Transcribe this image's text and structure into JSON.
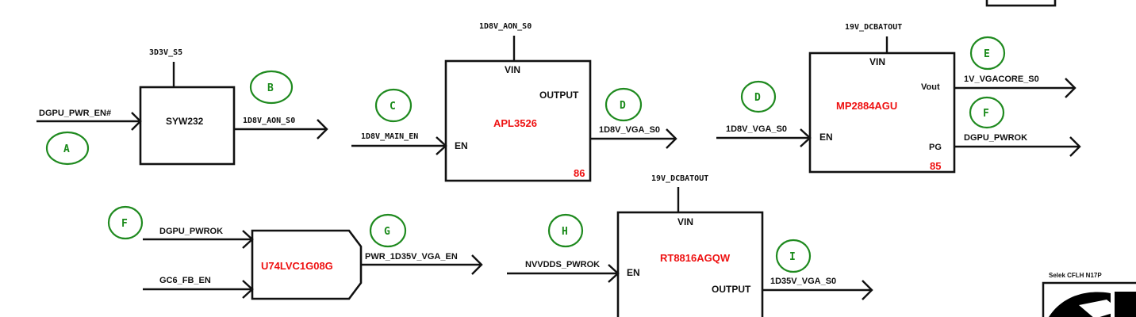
{
  "blocks": {
    "syw232": {
      "chip": "SYW232",
      "supply": "3D3V_S5"
    },
    "apl3526": {
      "chip": "APL3526",
      "supply": "1D8V_AON_S0",
      "vin": "VIN",
      "output": "OUTPUT",
      "en": "EN",
      "page": "86"
    },
    "mp2884": {
      "chip": "MP2884AGU",
      "supply": "19V_DCBATOUT",
      "vin": "VIN",
      "vout": "Vout",
      "en": "EN",
      "pg": "PG",
      "page": "85"
    },
    "and_gate": {
      "chip": "U74LVC1G08G"
    },
    "rt8816": {
      "chip": "RT8816AGQW",
      "supply": "19V_DCBATOUT",
      "vin": "VIN",
      "en": "EN",
      "output": "OUTPUT"
    }
  },
  "signals": {
    "dgpu_pwr_en": "DGPU_PWR_EN#",
    "aon_out": "1D8V_AON_S0",
    "main_en": "1D8V_MAIN_EN",
    "vga_out": "1D8V_VGA_S0",
    "vga_in": "1D8V_VGA_S0",
    "vgacore": "1V_VGACORE_S0",
    "dgpu_pwrok_out": "DGPU_PWROK",
    "dgpu_pwrok_in": "DGPU_PWROK",
    "gc6_fb_en": "GC6_FB_EN",
    "pwr_1d35v_en": "PWR_1D35V_VGA_EN",
    "nvvdds_pwrok": "NVVDDS_PWROK",
    "out_1d35v": "1D35V_VGA_S0"
  },
  "markers": {
    "A": "A",
    "B": "B",
    "C": "C",
    "D1": "D",
    "D2": "D",
    "E": "E",
    "F1": "F",
    "F2": "F",
    "G": "G",
    "H": "H",
    "I": "I"
  },
  "footer": {
    "project": "Selek CFLH N17P"
  },
  "colors": {
    "chip_text": "#ee1111",
    "marker": "#1f8a1f",
    "line": "#111111"
  },
  "icons": {
    "corner_logo": "dell-logo-icon"
  }
}
